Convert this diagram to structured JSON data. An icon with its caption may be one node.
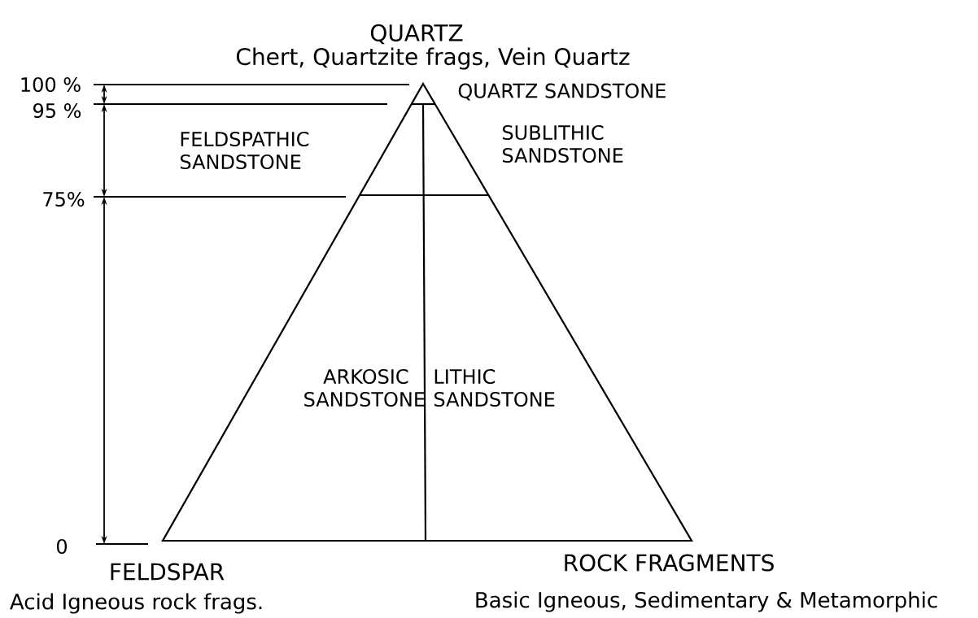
{
  "diagram": {
    "labels": [
      "QUARTZ",
      "Chert, Quartzite frags, Vein Quartz",
      "100 %",
      "95 %",
      "QUARTZ SANDSTONE",
      "FELDSPATHIC SANDSTONE",
      "SUBLITHIC SANDSTONE",
      "75%",
      "ARKOSIC SANDSTONE",
      "LITHIC SANDSTONE",
      "0",
      "FELDSPAR",
      "ROCK FRAGMENTS",
      "Acid Igneous rock frags.",
      "Basic Igneous, Sedimentary & Metamorphic"
    ]
  }
}
